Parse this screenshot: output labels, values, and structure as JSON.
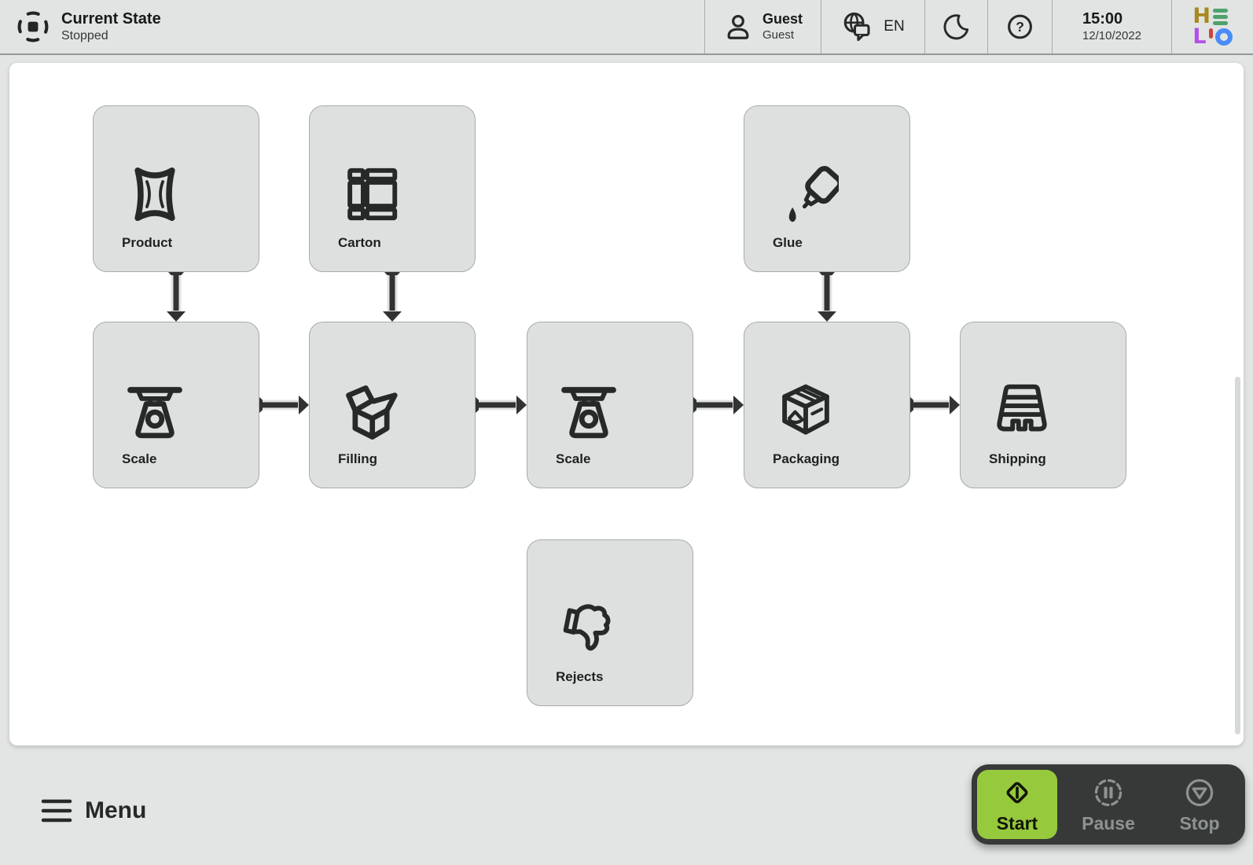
{
  "header": {
    "state_title": "Current State",
    "state_value": "Stopped",
    "user": {
      "name": "Guest",
      "role": "Guest"
    },
    "language": {
      "code": "EN"
    },
    "time": "15:00",
    "date": "12/10/2022",
    "logo": {
      "text": "HELLO",
      "h_letter": "H",
      "l_letter": "L"
    }
  },
  "main": {
    "nodes": [
      {
        "id": "product",
        "label": "Product",
        "icon": "bag-icon"
      },
      {
        "id": "carton",
        "label": "Carton",
        "icon": "carton-blank-icon"
      },
      {
        "id": "glue",
        "label": "Glue",
        "icon": "glue-bottle-icon"
      },
      {
        "id": "scale1",
        "label": "Scale",
        "icon": "weighing-scale-icon"
      },
      {
        "id": "filling",
        "label": "Filling",
        "icon": "open-box-icon"
      },
      {
        "id": "scale2",
        "label": "Scale",
        "icon": "weighing-scale-icon"
      },
      {
        "id": "packaging",
        "label": "Packaging",
        "icon": "closed-box-icon"
      },
      {
        "id": "shipping",
        "label": "Shipping",
        "icon": "pallet-icon"
      },
      {
        "id": "rejects",
        "label": "Rejects",
        "icon": "thumbs-down-icon"
      }
    ]
  },
  "footer": {
    "menu_label": "Menu",
    "controls": [
      {
        "label": "Start",
        "icon": "start-diamond-icon",
        "active": true
      },
      {
        "label": "Pause",
        "icon": "pause-circle-icon",
        "active": false
      },
      {
        "label": "Stop",
        "icon": "stop-circle-icon",
        "active": false
      }
    ]
  },
  "help_glyph": "?",
  "colors": {
    "accent_green": "#97c93d",
    "dock_bg": "#363938",
    "node_bg": "#dde0df",
    "canvas_bg": "#ffffff",
    "header_bg": "#e2e3e3",
    "icon_stroke": "#262928",
    "logo_h": "#a8891f",
    "logo_e": "#4da36b",
    "logo_l": "#b44fe8",
    "logo_apostrophe": "#d0453a",
    "logo_o": "#4a8cf7"
  }
}
